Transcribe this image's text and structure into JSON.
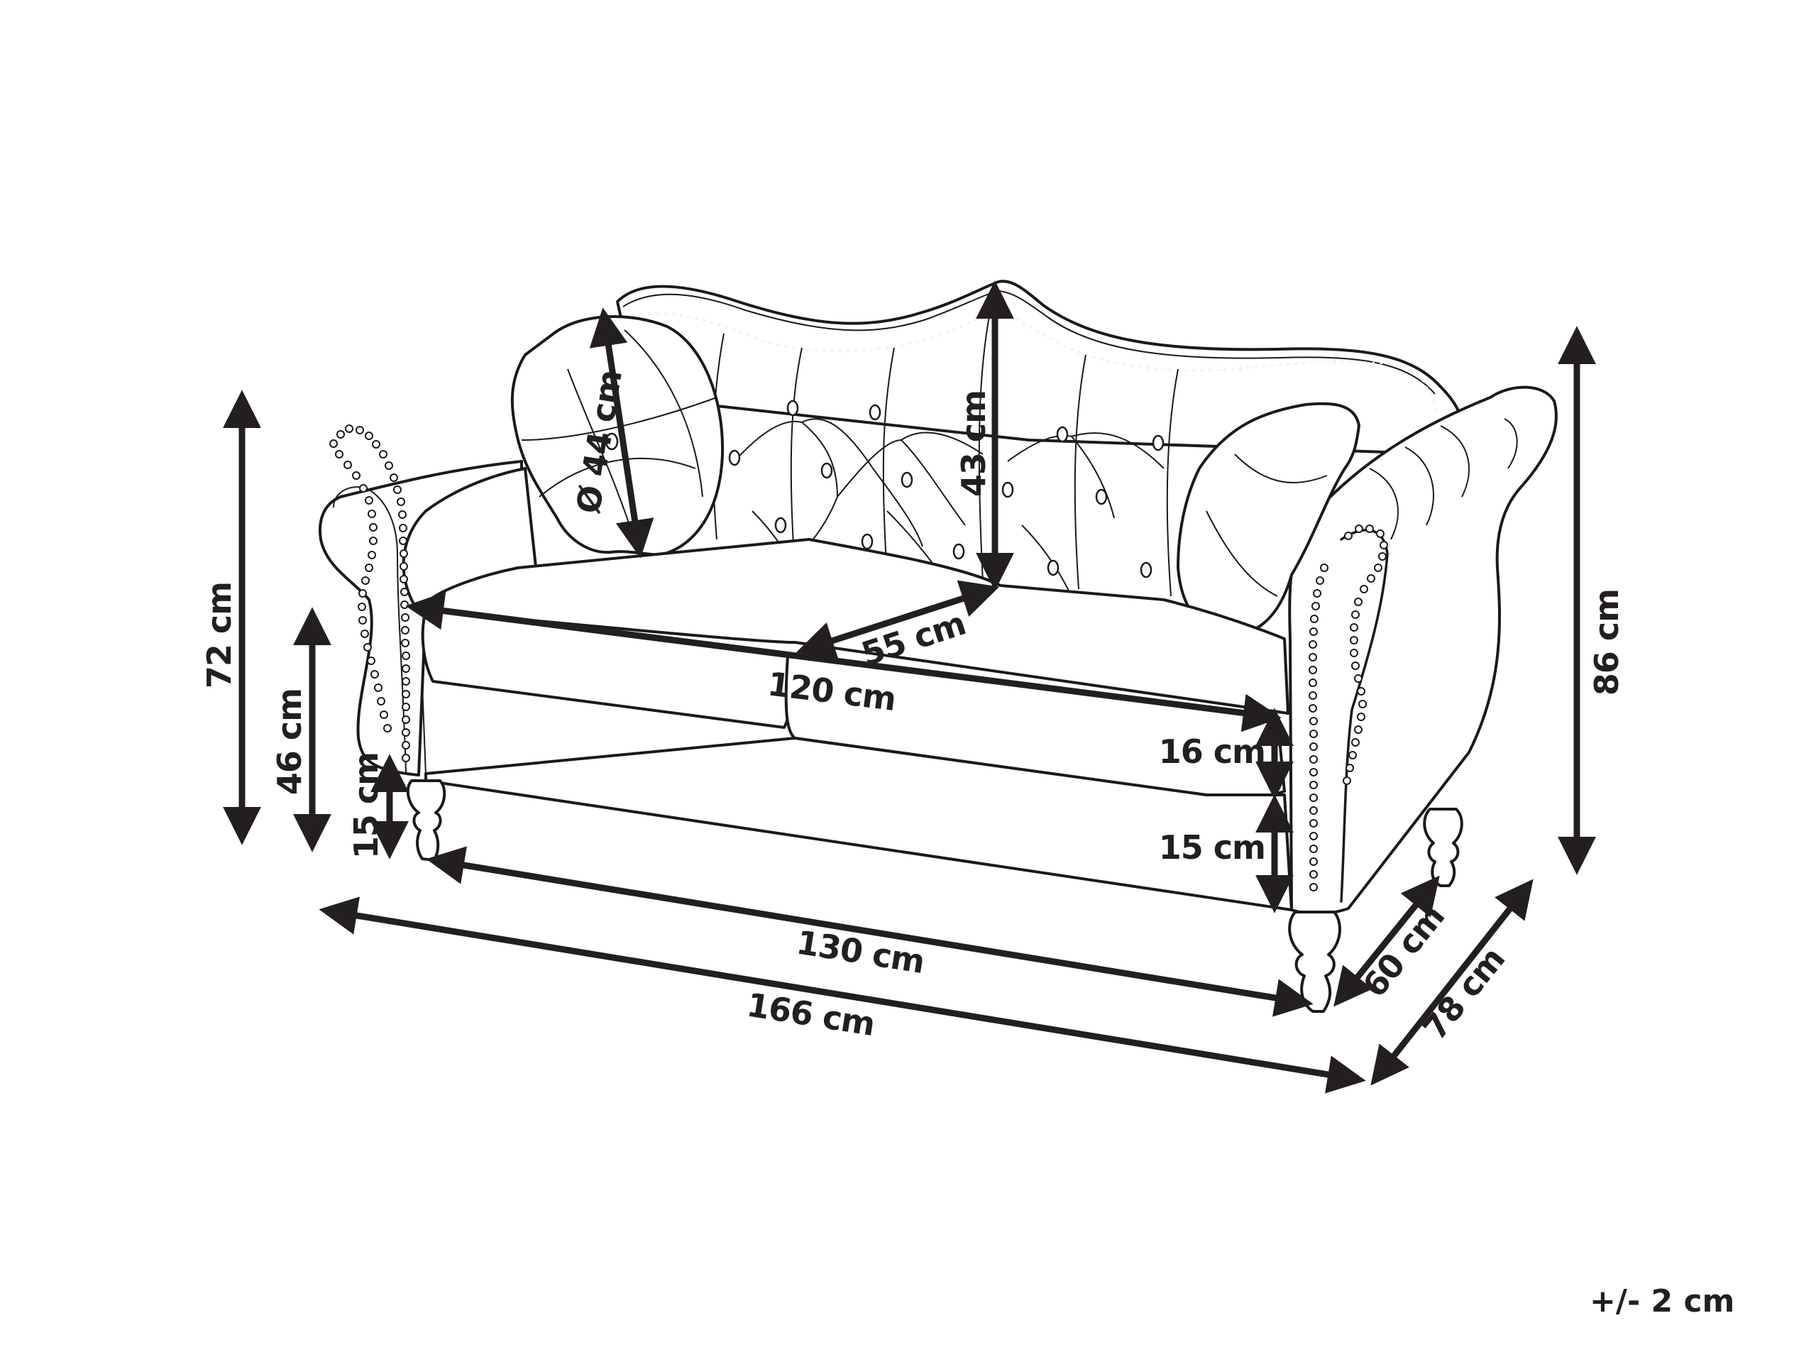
{
  "diagram": {
    "subject": "Two-seater chesterfield-style sofa with tufted camelback, rolled arms, nailhead trim, turned legs and two decorative cushions",
    "line_color": "#1a1a1a",
    "text_color": "#231f20",
    "background": "#ffffff",
    "dimensions": {
      "total_height": "86 cm",
      "arm_height": "72 cm",
      "seat_height": "46 cm",
      "leg_height_left": "15 cm",
      "leg_height_right": "15 cm",
      "seat_cushion_thickness": "16 cm",
      "backrest_height": "43 cm",
      "cushion_diameter": "Ø 44 cm",
      "seat_width": "120 cm",
      "seat_depth": "55 cm",
      "base_width": "130 cm",
      "total_width": "166 cm",
      "base_depth": "60 cm",
      "total_depth": "78 cm"
    },
    "tolerance": "+/- 2 cm"
  }
}
